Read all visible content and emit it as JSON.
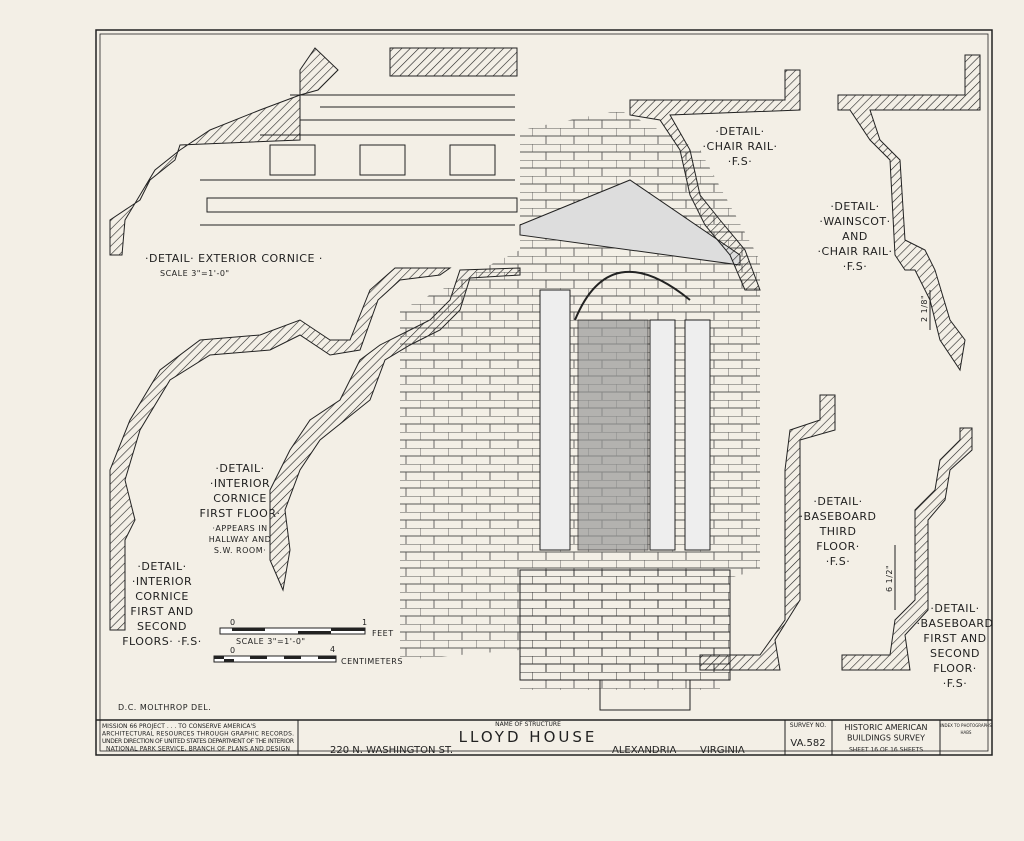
{
  "sheet": {
    "labels": {
      "exterior_cornice": "·DETAIL· EXTERIOR CORNICE ·",
      "exterior_cornice_scale": "SCALE 3\"=1'-0\"",
      "chair_rail": [
        "·DETAIL·",
        "·CHAIR RAIL·",
        "·F.S·"
      ],
      "wainscot": [
        "·DETAIL·",
        "·WAINSCOT·",
        "AND",
        "·CHAIR RAIL·",
        "·F.S·"
      ],
      "interior_cornice_first": [
        "·DETAIL·",
        "·INTERIOR",
        "CORNICE",
        "FIRST FLOOR·",
        "·APPEARS IN",
        "HALLWAY AND",
        "S.W. ROOM·"
      ],
      "interior_cornice_first_second": [
        "·DETAIL·",
        "·INTERIOR",
        "CORNICE",
        "FIRST AND",
        "SECOND",
        "FLOORS· ·F.S·"
      ],
      "baseboard_third": [
        "·DETAIL·",
        "·BASEBOARD",
        "THIRD",
        "FLOOR·",
        "·F.S·"
      ],
      "baseboard_first_second": [
        "·DETAIL·",
        "·BASEBOARD",
        "FIRST AND",
        "SECOND",
        "FLOOR·",
        "·F.S·"
      ],
      "dim_wainscot": "2 1/8\"",
      "dim_baseboard": "6 1/2\""
    },
    "scale_bars": {
      "feet_label": "FEET",
      "feet_scale": "SCALE 3\"=1'-0\"",
      "feet_start": "0",
      "feet_end": "1",
      "cm_label": "CENTIMETERS",
      "cm_start": "0",
      "cm_end": "4"
    },
    "delineator": "D.C. MOLTHROP   DEL."
  },
  "title_block": {
    "mission_lines": [
      "MISSION 66 PROJECT . . . TO CONSERVE AMERICA'S",
      "ARCHITECTURAL RESOURCES THROUGH GRAPHIC RECORDS.",
      "UNDER DIRECTION OF UNITED STATES DEPARTMENT OF THE INTERIOR",
      "NATIONAL PARK SERVICE, BRANCH OF PLANS AND DESIGN"
    ],
    "name_caption": "NAME OF STRUCTURE",
    "name": "LLOYD HOUSE",
    "street": "220 N. WASHINGTON ST.",
    "city": "ALEXANDRIA",
    "state": "VIRGINIA",
    "survey_caption": "SURVEY NO.",
    "survey_no": "VA.582",
    "habs": [
      "HISTORIC AMERICAN",
      "BUILDINGS SURVEY"
    ],
    "sheet": "SHEET 16 OF 16 SHEETS",
    "copy_note": [
      "INDEX TO PHOTOGRAPHS",
      "HABS"
    ]
  }
}
